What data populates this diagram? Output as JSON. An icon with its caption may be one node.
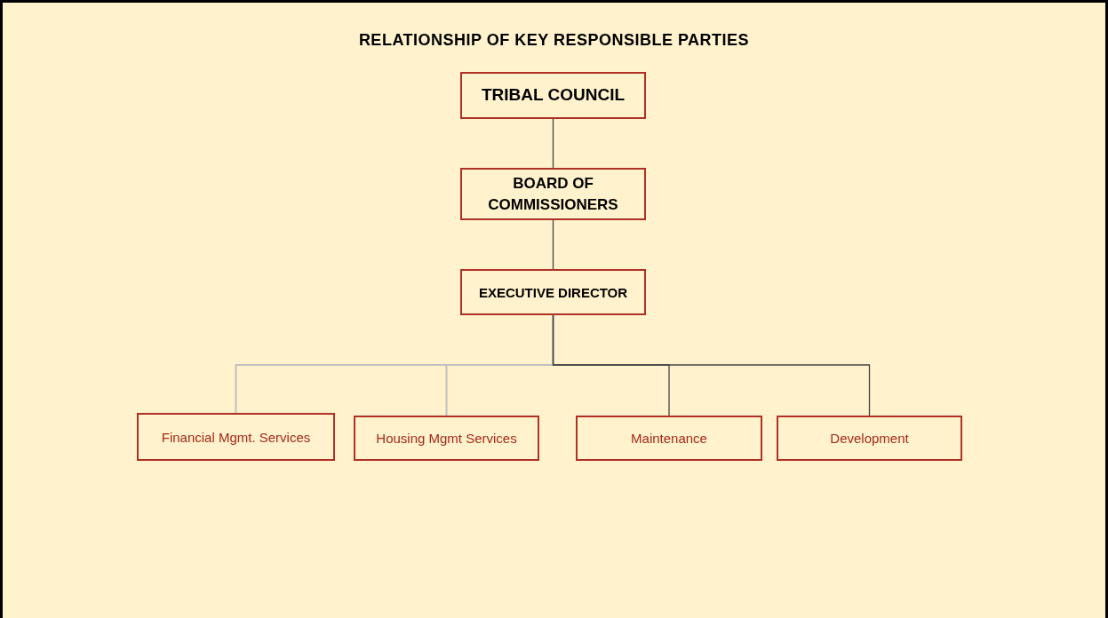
{
  "diagram": {
    "title": "RELATIONSHIP OF KEY RESPONSIBLE PARTIES",
    "nodes": [
      {
        "text": [
          "TRIBAL COUNCIL"
        ]
      },
      {
        "text": [
          "BOARD OF COMMISSIONERS"
        ]
      },
      {
        "text": [
          "EXECUTIVE DIRECTOR"
        ]
      },
      {
        "text": [
          "Financial Mgmt. Services"
        ]
      },
      {
        "text": [
          "Housing Mgmt Services"
        ]
      },
      {
        "text": [
          "Maintenance"
        ]
      },
      {
        "text": [
          "Development"
        ]
      }
    ],
    "edges": [
      {
        "from": 0,
        "to": 1,
        "arrow": "none"
      },
      {
        "from": 1,
        "to": 2,
        "arrow": "none"
      },
      {
        "from": 2,
        "to": 3,
        "arrow": "none",
        "color": "#c0c0c0"
      },
      {
        "from": 2,
        "to": 4,
        "arrow": "none",
        "color": "#c0c0c0"
      },
      {
        "from": 2,
        "to": 5,
        "arrow": "none"
      },
      {
        "from": 2,
        "to": 6,
        "arrow": "none"
      }
    ]
  }
}
